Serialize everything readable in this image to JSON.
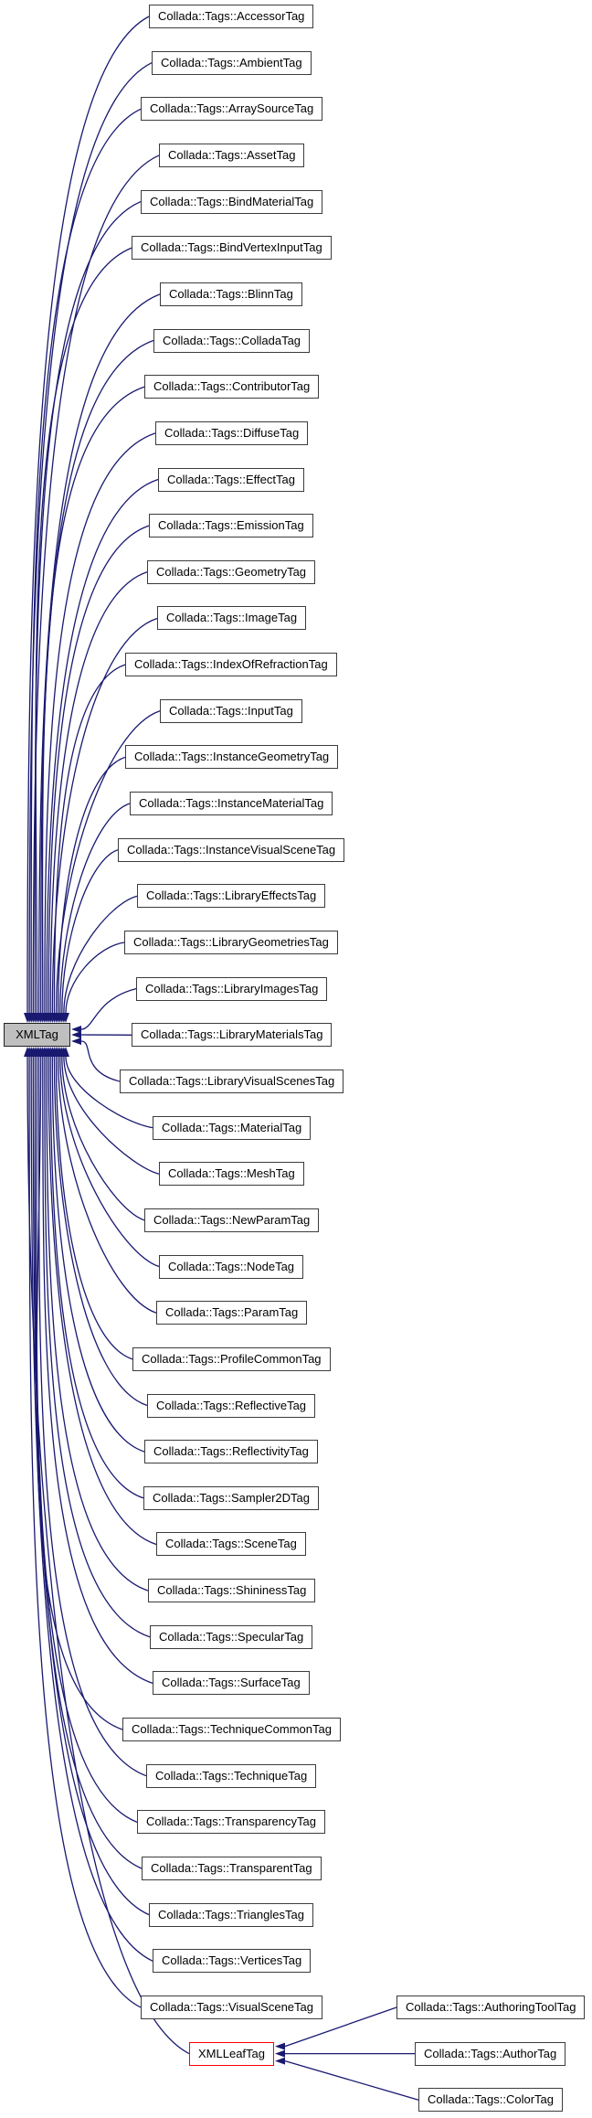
{
  "diagram": {
    "base_class": {
      "label": "XMLTag"
    },
    "leaf_class": {
      "label": "XMLLeafTag"
    },
    "derived_classes": [
      "Collada::Tags::AccessorTag",
      "Collada::Tags::AmbientTag",
      "Collada::Tags::ArraySourceTag",
      "Collada::Tags::AssetTag",
      "Collada::Tags::BindMaterialTag",
      "Collada::Tags::BindVertexInputTag",
      "Collada::Tags::BlinnTag",
      "Collada::Tags::ColladaTag",
      "Collada::Tags::ContributorTag",
      "Collada::Tags::DiffuseTag",
      "Collada::Tags::EffectTag",
      "Collada::Tags::EmissionTag",
      "Collada::Tags::GeometryTag",
      "Collada::Tags::ImageTag",
      "Collada::Tags::IndexOfRefractionTag",
      "Collada::Tags::InputTag",
      "Collada::Tags::InstanceGeometryTag",
      "Collada::Tags::InstanceMaterialTag",
      "Collada::Tags::InstanceVisualSceneTag",
      "Collada::Tags::LibraryEffectsTag",
      "Collada::Tags::LibraryGeometriesTag",
      "Collada::Tags::LibraryImagesTag",
      "Collada::Tags::LibraryMaterialsTag",
      "Collada::Tags::LibraryVisualScenesTag",
      "Collada::Tags::MaterialTag",
      "Collada::Tags::MeshTag",
      "Collada::Tags::NewParamTag",
      "Collada::Tags::NodeTag",
      "Collada::Tags::ParamTag",
      "Collada::Tags::ProfileCommonTag",
      "Collada::Tags::ReflectiveTag",
      "Collada::Tags::ReflectivityTag",
      "Collada::Tags::Sampler2DTag",
      "Collada::Tags::SceneTag",
      "Collada::Tags::ShininessTag",
      "Collada::Tags::SpecularTag",
      "Collada::Tags::SurfaceTag",
      "Collada::Tags::TechniqueCommonTag",
      "Collada::Tags::TechniqueTag",
      "Collada::Tags::TransparencyTag",
      "Collada::Tags::TransparentTag",
      "Collada::Tags::TrianglesTag",
      "Collada::Tags::VerticesTag",
      "Collada::Tags::VisualSceneTag"
    ],
    "leaf_derived_classes": [
      "Collada::Tags::AuthoringToolTag",
      "Collada::Tags::AuthorTag",
      "Collada::Tags::ColorTag"
    ],
    "colors": {
      "edge": "#191970",
      "node_fill": "#ffffff",
      "node_border": "#3c3c3c",
      "base_fill": "#bfbfbf",
      "base_border": "#222222",
      "leaf_border": "#ff0000",
      "text": "#000000",
      "background": "#ffffff"
    }
  }
}
